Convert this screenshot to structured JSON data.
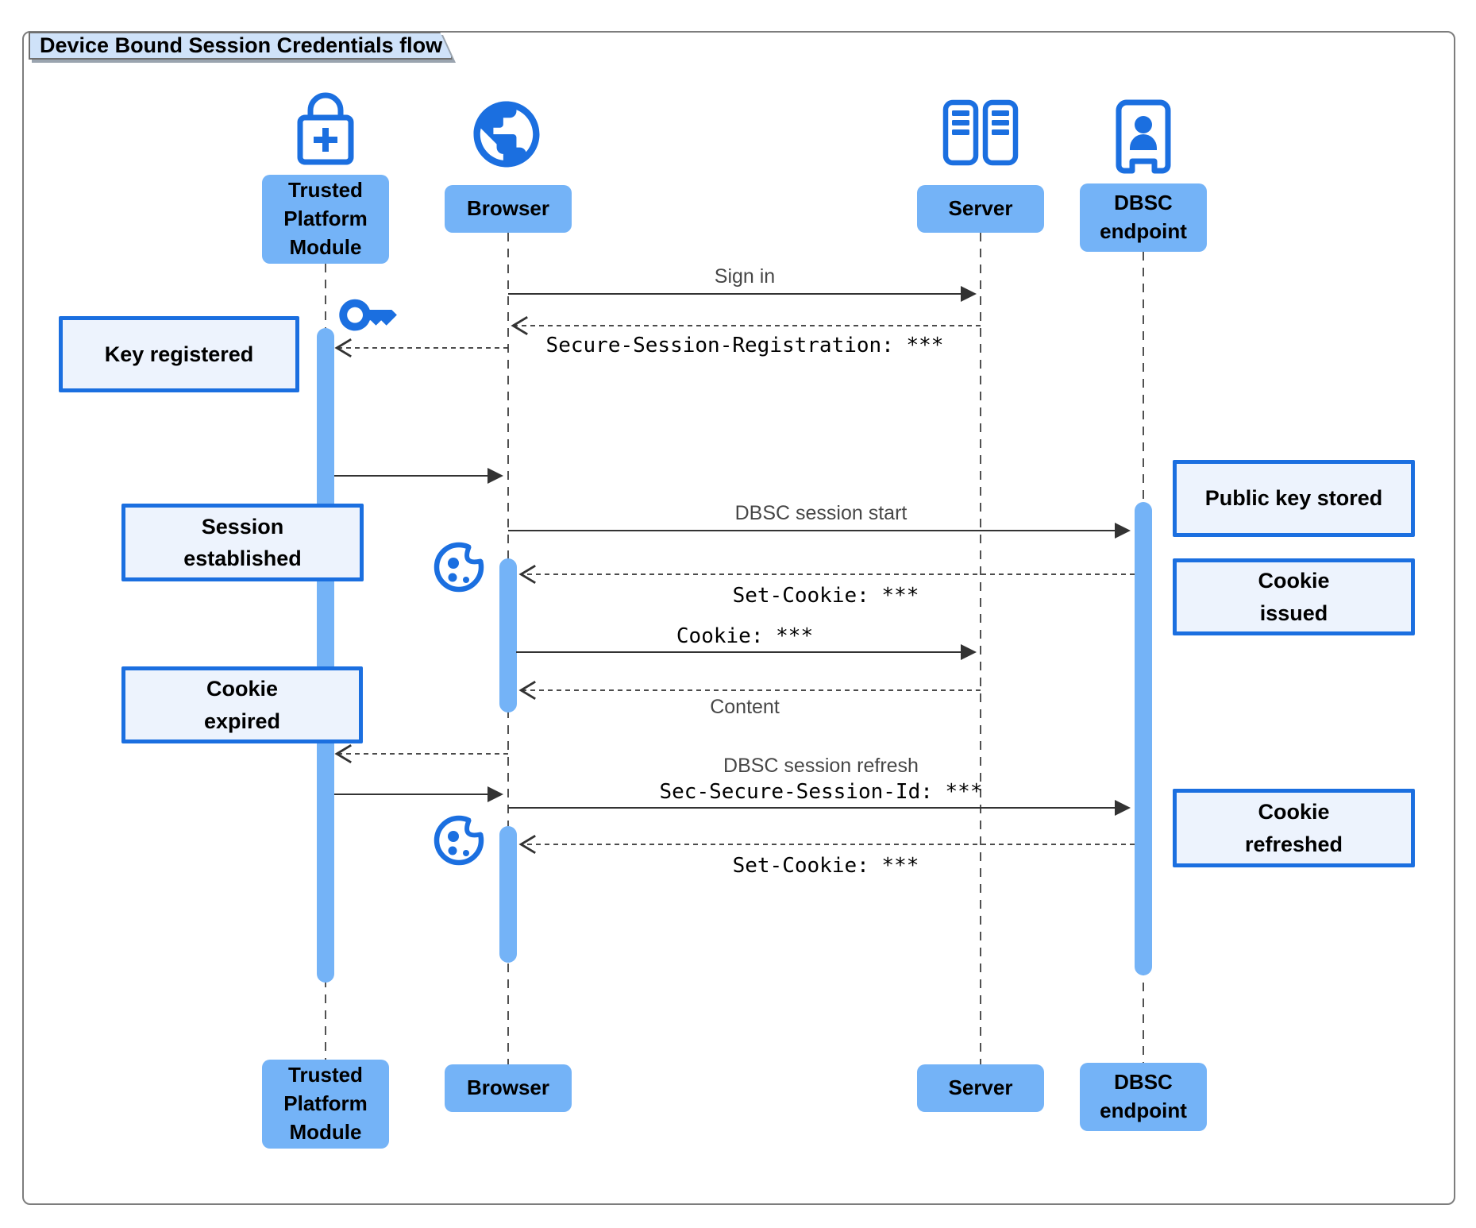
{
  "title": "Device Bound Session Credentials flow",
  "colors": {
    "icon_blue": "#1b6fe0",
    "activation_bar": "#74b3f7",
    "actor_label_bg": "#74b3f7",
    "note_bg": "#edf3fd",
    "note_border": "#1b6fe0",
    "line": "#333333"
  },
  "actors": {
    "tpm": {
      "label": "Trusted\nPlatform\nModule",
      "icon": "lock-plus-icon"
    },
    "browser": {
      "label": "Browser",
      "icon": "globe-icon"
    },
    "server": {
      "label": "Server",
      "icon": "server-icon"
    },
    "dbsc": {
      "label": "DBSC\nendpoint",
      "icon": "person-booth-icon"
    }
  },
  "messages": {
    "sign_in": "Sign in",
    "registration": "Secure-Session-Registration: ***",
    "session_start": "DBSC session start",
    "set_cookie": "Set-Cookie: ***",
    "cookie": "Cookie: ***",
    "content": "Content",
    "refresh": "DBSC session refresh",
    "session_id": "Sec-Secure-Session-Id: ***",
    "set_cookie2": "Set-Cookie: ***"
  },
  "notes": {
    "key_registered": "Key registered",
    "session_established": "Session\nestablished",
    "cookie_expired": "Cookie\nexpired",
    "public_key_stored": "Public key stored",
    "cookie_issued": "Cookie\nissued",
    "cookie_refreshed": "Cookie\nrefreshed"
  }
}
